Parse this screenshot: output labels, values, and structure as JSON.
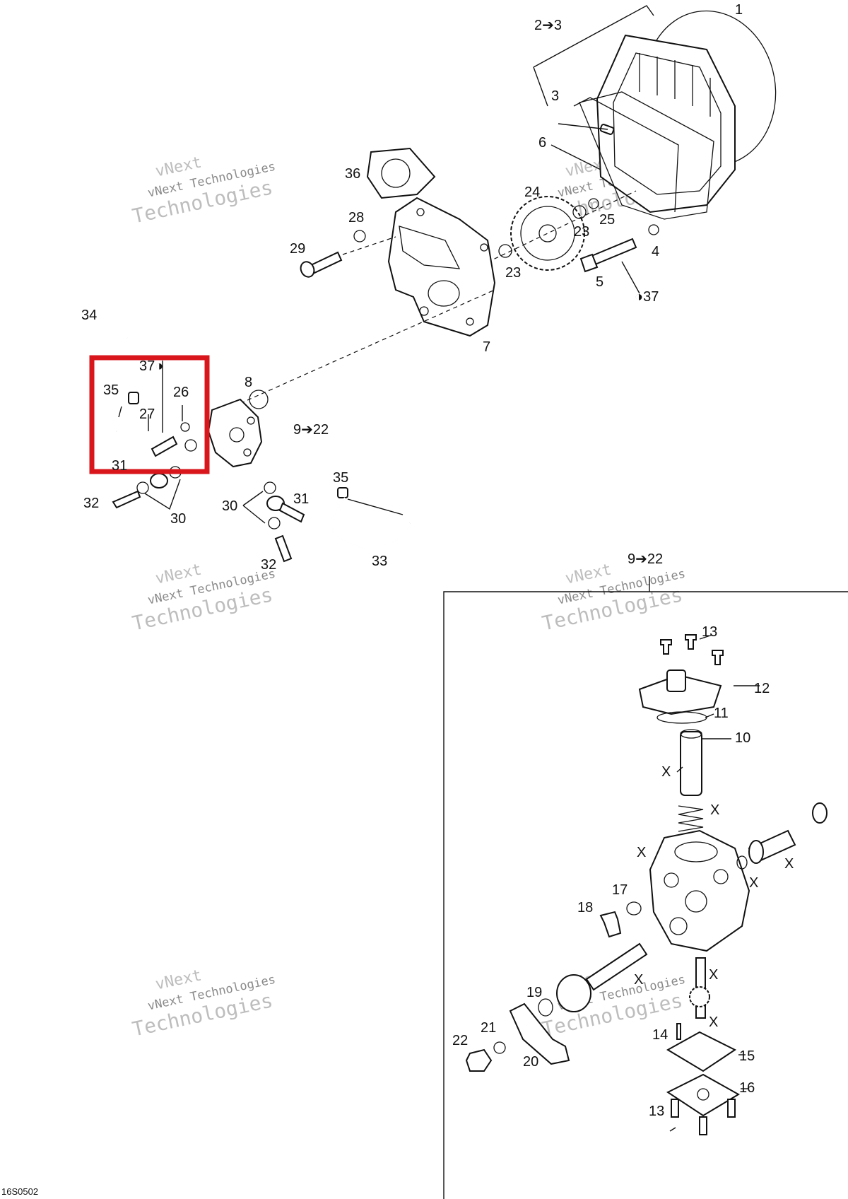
{
  "diagram": {
    "code": "16S0502",
    "watermark": {
      "line1": "vNext",
      "line2": "vNext Technologies",
      "line3": "Technologies"
    },
    "highlight_color": "#d9161c",
    "callouts": {
      "c1": "1",
      "c2_3": "2➔3",
      "c3": "3",
      "c4": "4",
      "c5": "5",
      "c6": "6",
      "c7": "7",
      "c8": "8",
      "c9_22": "9➔22",
      "c9_22b": "9➔22",
      "c10": "10",
      "c11": "11",
      "c12": "12",
      "c13a": "13",
      "c13b": "13",
      "c14": "14",
      "c15": "15",
      "c16": "16",
      "c17": "17",
      "c18": "18",
      "c19": "19",
      "c20": "20",
      "c21": "21",
      "c22": "22",
      "c23a": "23",
      "c23b": "23",
      "c24": "24",
      "c25": "25",
      "c26": "26",
      "c27": "27",
      "c28": "28",
      "c29": "29",
      "c30a": "30",
      "c30b": "30",
      "c31a": "31",
      "c31b": "31",
      "c32a": "32",
      "c32b": "32",
      "c33": "33",
      "c34": "34",
      "c35a": "35",
      "c35b": "35",
      "c36": "36",
      "c37a": "37",
      "c37b": "37"
    },
    "x_marks": {
      "x1": "X",
      "x2": "X",
      "x3": "X",
      "x4": "X",
      "x5": "X",
      "x6": "X",
      "x7": "X",
      "x8": "X"
    }
  }
}
